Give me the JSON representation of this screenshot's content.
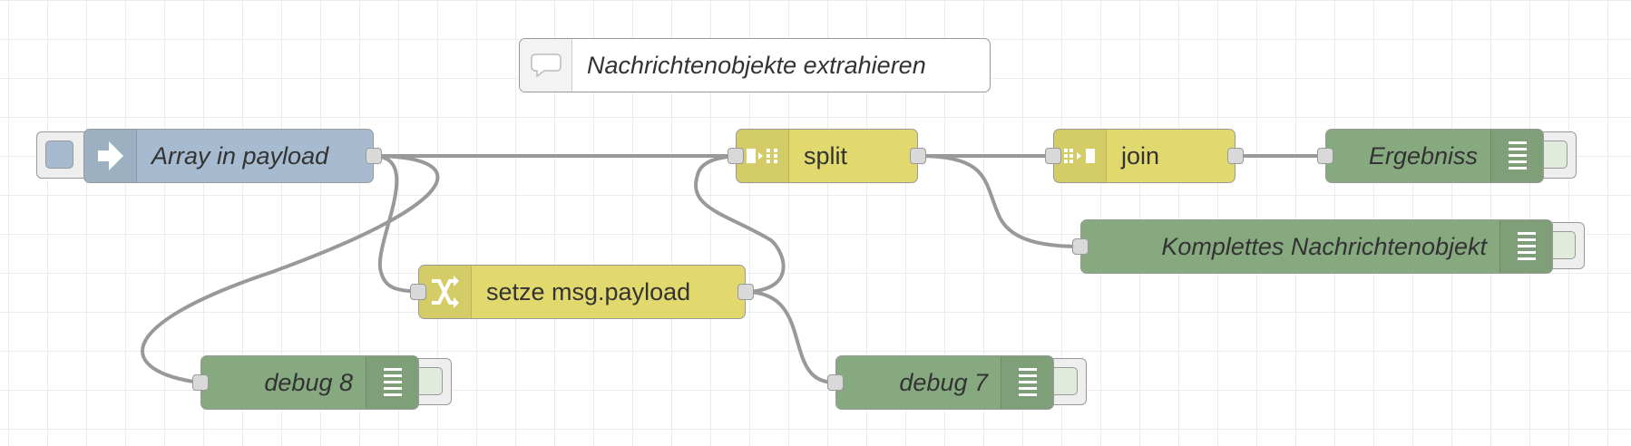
{
  "flow": {
    "comment": {
      "label": "Nachrichtenobjekte extrahieren",
      "icon": "comment-icon"
    },
    "inject": {
      "label": "Array in payload",
      "icon": "arrow-right-icon"
    },
    "split": {
      "label": "split",
      "icon": "split-icon"
    },
    "join": {
      "label": "join",
      "icon": "join-icon"
    },
    "change": {
      "label": "setze msg.payload",
      "icon": "shuffle-icon"
    },
    "debug_ergebniss": {
      "label": "Ergebniss",
      "icon": "list-icon"
    },
    "debug_komplett": {
      "label": "Komplettes Nachrichtenobjekt",
      "icon": "list-icon"
    },
    "debug_8": {
      "label": "debug 8",
      "icon": "list-icon"
    },
    "debug_7": {
      "label": "debug 7",
      "icon": "list-icon"
    }
  },
  "colors": {
    "inject": "#a6bbcf",
    "function": "#e2d96e",
    "debug": "#87a980",
    "wire": "#999999",
    "port": "#d9d9d9"
  }
}
